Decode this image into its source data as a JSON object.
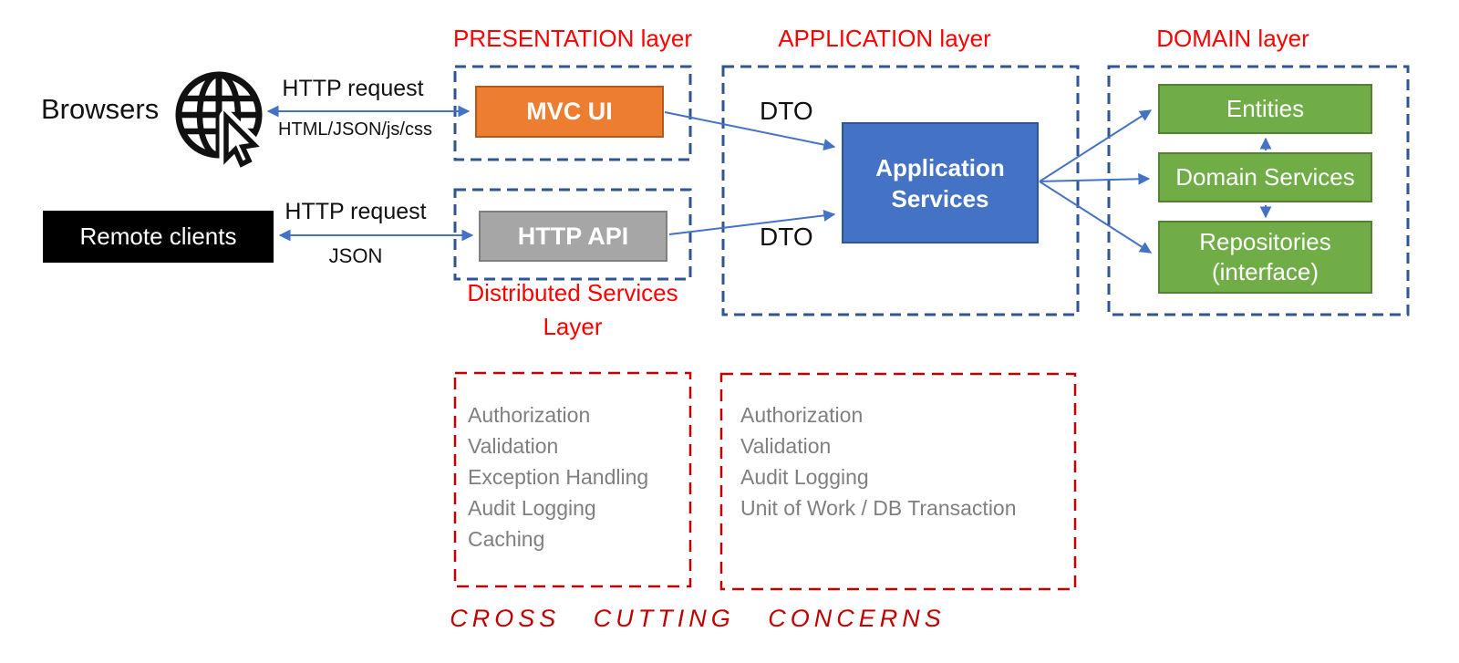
{
  "colors": {
    "red_bright": "#FF0000",
    "red_dark": "#C00000",
    "dash_blue": "#2F5597",
    "arrow_blue": "#4472C4",
    "orange": "#ED7D31",
    "orange_border": "#AE5A21",
    "gray_fill": "#A6A6A6",
    "gray_border": "#7F7F7F",
    "blue_fill": "#4472C4",
    "blue_border": "#2F5597",
    "green_fill": "#70AD47",
    "green_border": "#538135",
    "list_gray": "#7F7F7F"
  },
  "clients": {
    "browsers_label": "Browsers",
    "browser_arrow_top": "HTTP request",
    "browser_arrow_bottom": "HTML/JSON/js/css",
    "remote_clients_label": "Remote clients",
    "remote_arrow_top": "HTTP request",
    "remote_arrow_bottom": "JSON"
  },
  "presentation": {
    "title": "PRESENTATION layer",
    "mvc_ui_label": "MVC UI",
    "http_api_label": "HTTP API",
    "distributed_title_line1": "Distributed Services",
    "distributed_title_line2": "Layer"
  },
  "application": {
    "title": "APPLICATION layer",
    "service_line1": "Application",
    "service_line2": "Services",
    "dto_top": "DTO",
    "dto_bottom": "DTO"
  },
  "domain": {
    "title": "DOMAIN layer",
    "entities_label": "Entities",
    "domain_services_label": "Domain Services",
    "repositories_line1": "Repositories",
    "repositories_line2": "(interface)"
  },
  "cross_cutting": {
    "left_items": [
      "Authorization",
      "Validation",
      "Exception Handling",
      "Audit Logging",
      "Caching"
    ],
    "right_items": [
      "Authorization",
      "Validation",
      "Audit Logging",
      "Unit of Work / DB Transaction"
    ],
    "footer": "CROSS CUTTING CONCERNS"
  }
}
